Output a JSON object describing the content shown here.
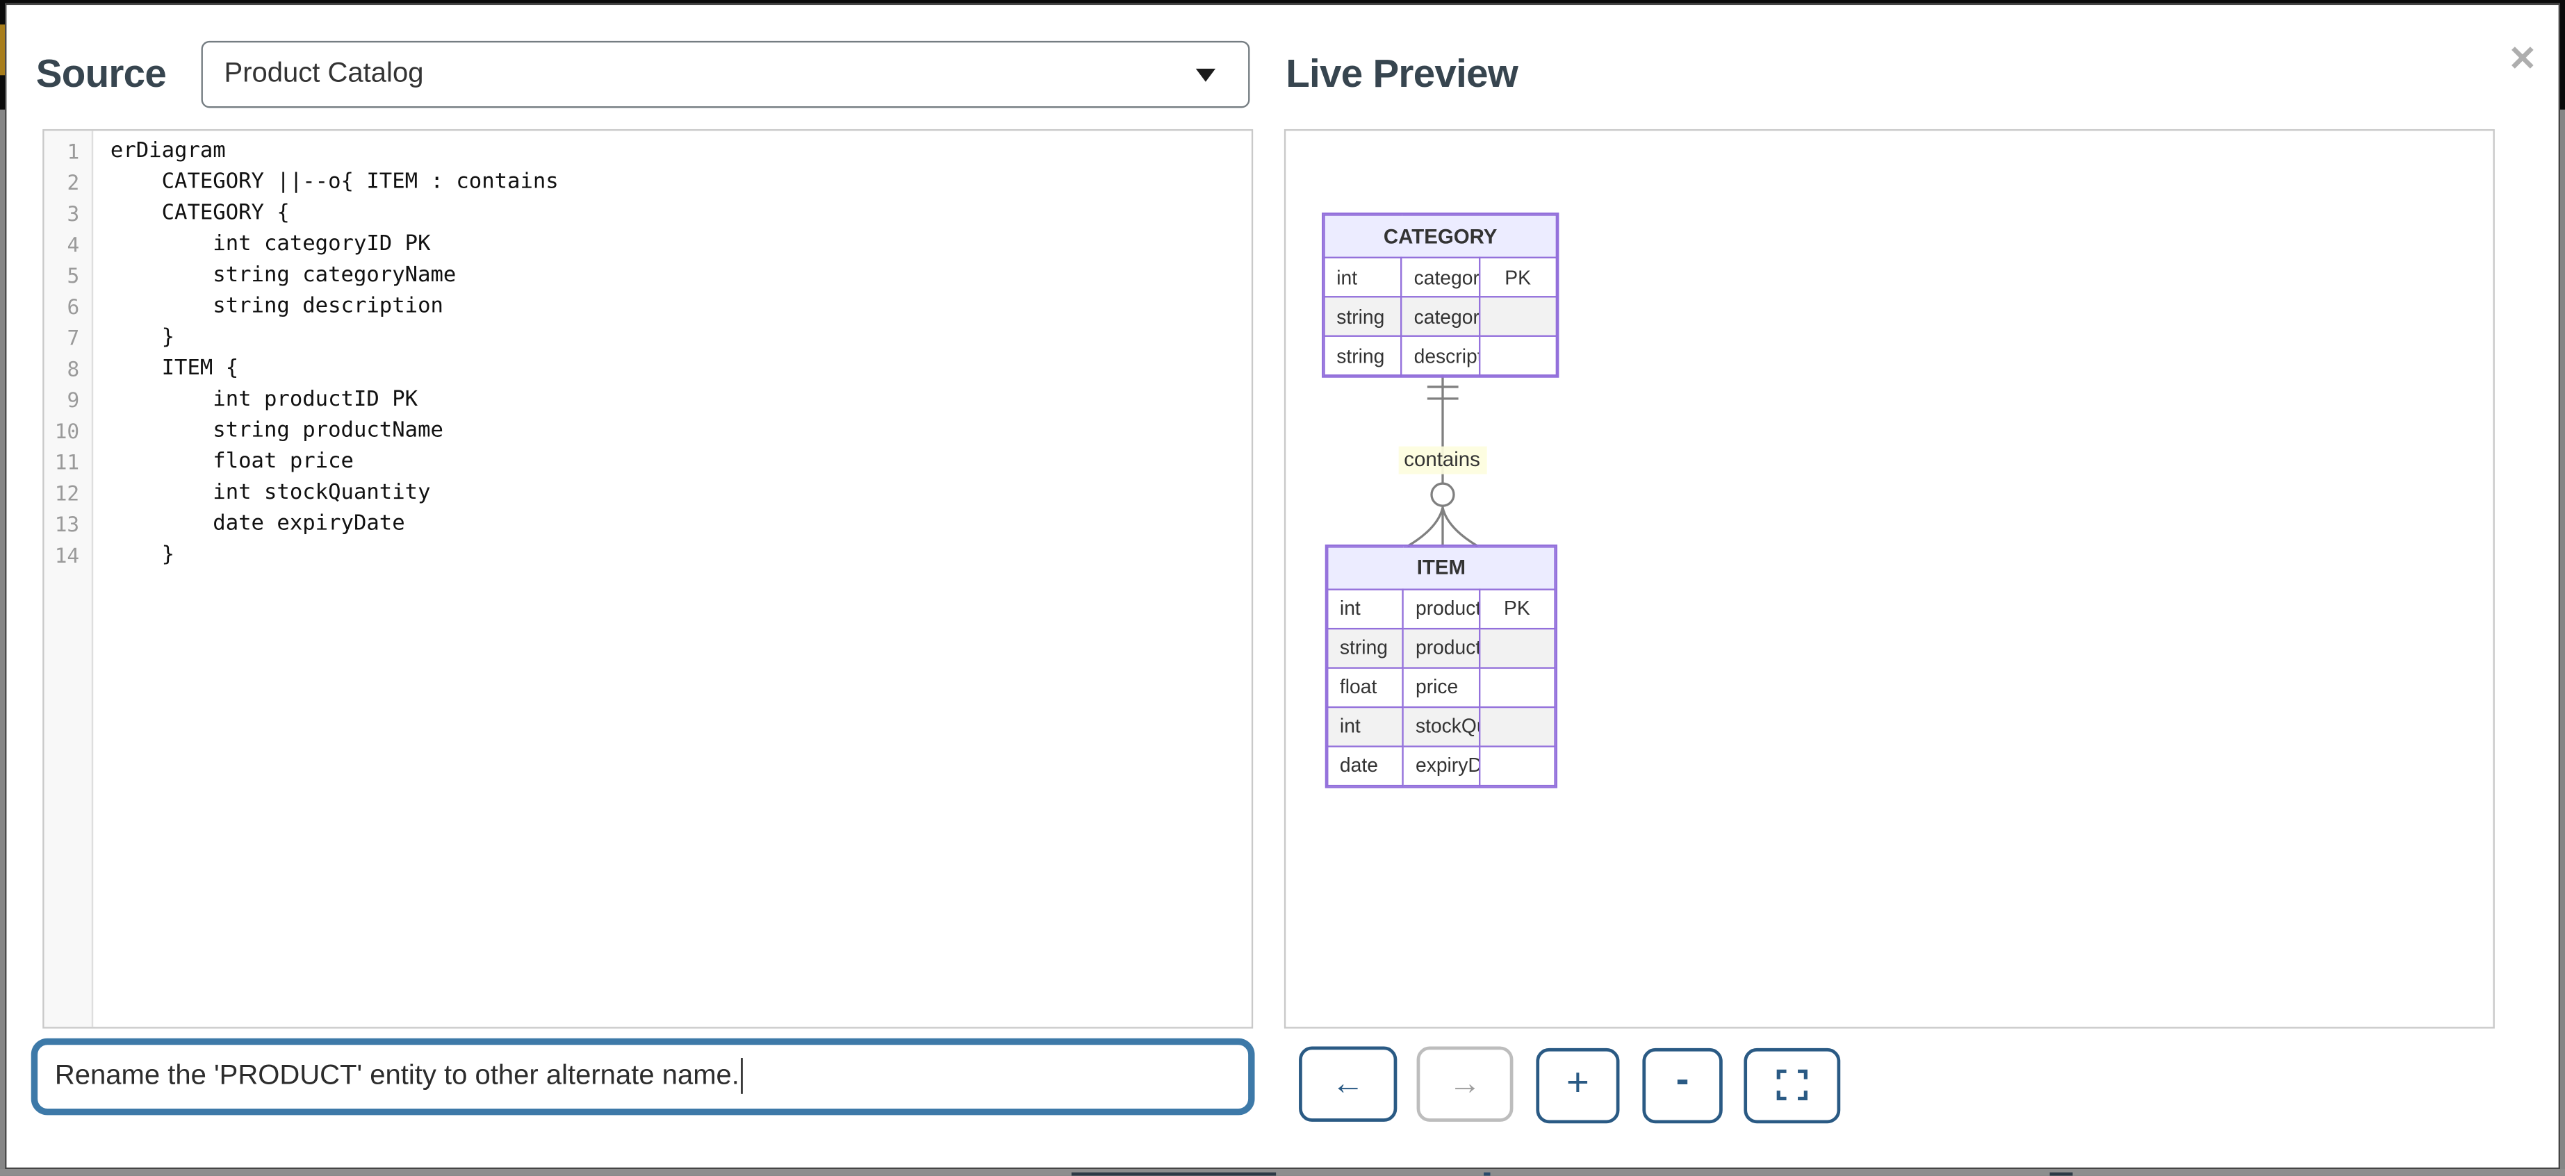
{
  "window": {
    "close_label": "✕"
  },
  "source_panel": {
    "title": "Source",
    "dropdown_value": "Product Catalog",
    "code_lines": [
      "erDiagram",
      "    CATEGORY ||--o{ ITEM : contains",
      "    CATEGORY {",
      "        int categoryID PK",
      "        string categoryName",
      "        string description",
      "    }",
      "    ITEM {",
      "        int productID PK",
      "        string productName",
      "        float price",
      "        int stockQuantity",
      "        date expiryDate",
      "    }"
    ]
  },
  "prompt_input": {
    "value": "Rename the 'PRODUCT' entity to other alternate name."
  },
  "preview_panel": {
    "title": "Live Preview",
    "controls": [
      {
        "name": "back-button",
        "icon": "arrow-left-icon",
        "label": "←",
        "enabled": true
      },
      {
        "name": "forward-button",
        "icon": "arrow-right-icon",
        "label": "→",
        "enabled": false
      },
      {
        "name": "zoom-in-button",
        "icon": "plus-icon",
        "label": "+",
        "enabled": true
      },
      {
        "name": "zoom-out-button",
        "icon": "minus-icon",
        "label": "-",
        "enabled": true
      },
      {
        "name": "fullscreen-button",
        "icon": "fullscreen-icon",
        "label": "",
        "enabled": true
      }
    ],
    "diagram": {
      "type": "er-diagram",
      "relationship": {
        "from": "CATEGORY",
        "to": "ITEM",
        "label": "contains",
        "notation": "||--o{",
        "cardinality": "one-to-zero-or-many"
      },
      "entities": [
        {
          "name": "CATEGORY",
          "attributes": [
            {
              "type": "int",
              "name": "categoryID",
              "key": "PK"
            },
            {
              "type": "string",
              "name": "categoryName",
              "key": ""
            },
            {
              "type": "string",
              "name": "description",
              "key": ""
            }
          ]
        },
        {
          "name": "ITEM",
          "attributes": [
            {
              "type": "int",
              "name": "productID",
              "key": "PK"
            },
            {
              "type": "string",
              "name": "productName",
              "key": ""
            },
            {
              "type": "float",
              "name": "price",
              "key": ""
            },
            {
              "type": "int",
              "name": "stockQuantity",
              "key": ""
            },
            {
              "type": "date",
              "name": "expiryDate",
              "key": ""
            }
          ]
        }
      ]
    }
  },
  "colors": {
    "entity_border": "#9370DB",
    "entity_header_fill": "#ECECFF",
    "entity_alt_row_fill": "#f2f2f2",
    "relationship_line": "#808080",
    "relationship_label_bg": "#fdfdde",
    "focus_border": "#3d79a8",
    "button_accent": "#2a5a84",
    "title_text": "#37454f"
  }
}
